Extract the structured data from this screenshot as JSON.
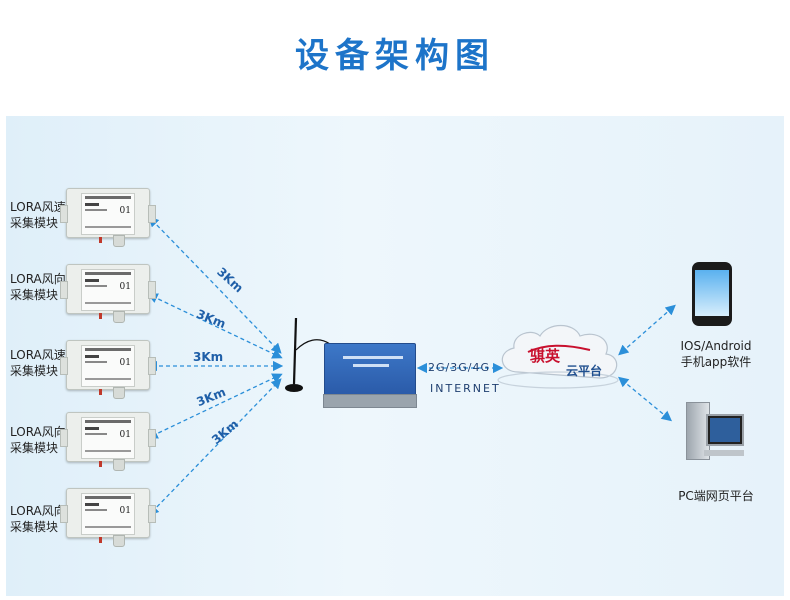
{
  "title": "设备架构图",
  "modules": [
    {
      "label_line1": "LORA风速",
      "label_line2": "采集模块",
      "number": "01"
    },
    {
      "label_line1": "LORA风向",
      "label_line2": "采集模块",
      "number": "01"
    },
    {
      "label_line1": "LORA风速",
      "label_line2": "采集模块",
      "number": "01"
    },
    {
      "label_line1": "LORA风向",
      "label_line2": "采集模块",
      "number": "01"
    },
    {
      "label_line1": "LORA风向",
      "label_line2": "采集模块",
      "number": "01"
    }
  ],
  "links": [
    {
      "distance": "3Km"
    },
    {
      "distance": "3Km"
    },
    {
      "distance": "3Km"
    },
    {
      "distance": "3Km"
    },
    {
      "distance": "3Km"
    }
  ],
  "network": {
    "bands": "2G/3G/4G",
    "internet": "INTERNET"
  },
  "cloud": {
    "brand": "骐英",
    "platform": "云平台"
  },
  "clients": [
    {
      "label_line1": "IOS/Android",
      "label_line2": "手机app软件"
    },
    {
      "label_line1": "PC端网页平台",
      "label_line2": ""
    }
  ],
  "colors": {
    "title": "#1d74c9",
    "link": "#2b8fd9",
    "accent_red": "#c8102e"
  }
}
